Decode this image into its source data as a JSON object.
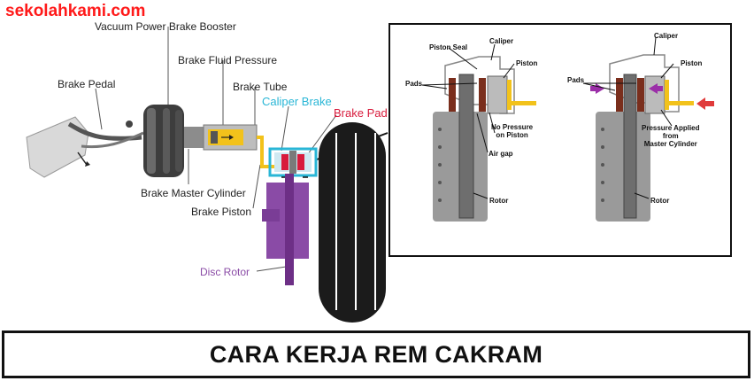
{
  "watermark": "sekolahkami.com",
  "labels": {
    "vacuum_booster": "Vacuum Power Brake Booster",
    "fluid_pressure": "Brake Fluid Pressure",
    "brake_pedal": "Brake Pedal",
    "brake_tube": "Brake Tube",
    "caliper_brake": "Caliper Brake",
    "brake_pad": "Brake Pad",
    "master_cylinder": "Brake Master Cylinder",
    "brake_piston": "Brake Piston",
    "disc_rotor": "Disc Rotor"
  },
  "inset": {
    "left": {
      "piston_seal": "Piston Seal",
      "caliper": "Caliper",
      "piston": "Piston",
      "pads": "Pads",
      "no_pressure_1": "No Pressure",
      "no_pressure_2": "on Piston",
      "air_gap": "Air gap",
      "rotor": "Rotor"
    },
    "right": {
      "caliper": "Caliper",
      "piston": "Piston",
      "pads": "Pads",
      "pressure_1": "Pressure Applied",
      "pressure_2": "from",
      "pressure_3": "Master Cylinder",
      "rotor": "Rotor"
    }
  },
  "footer": {
    "title": "CARA KERJA REM CAKRAM"
  },
  "colors": {
    "watermark": "#ff1a1a",
    "caliper_brake": "#29b6d6",
    "brake_pad": "#d81b3c",
    "disc_rotor": "#8a4ba6",
    "fluid": "#f2c21b",
    "pad": "#7a2e1c",
    "arrow_purple": "#9b2fa8",
    "arrow_red": "#e03a3a"
  }
}
